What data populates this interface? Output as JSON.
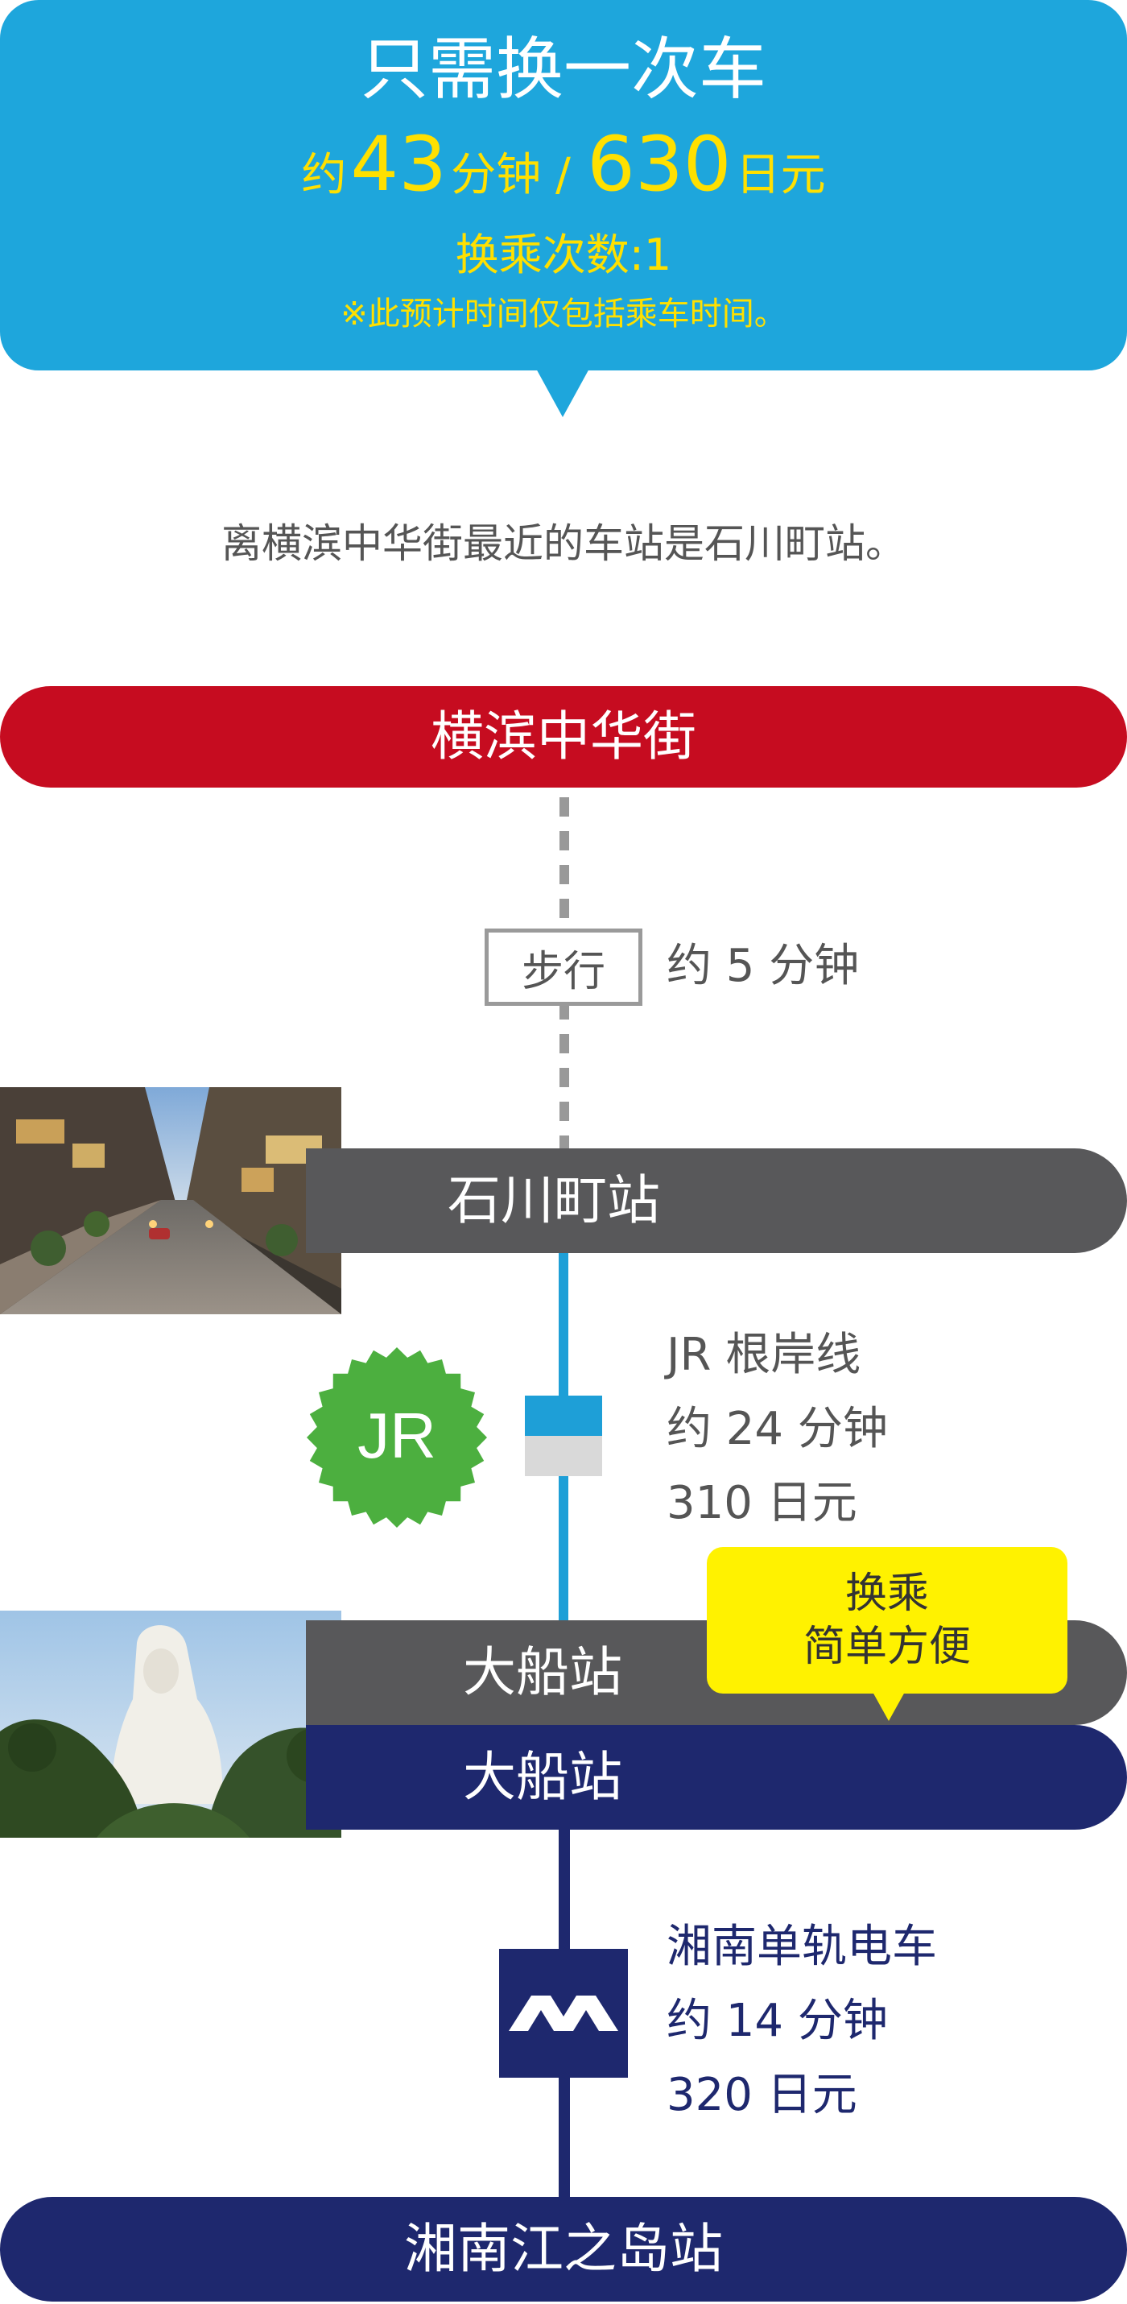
{
  "summary": {
    "title": "只需换一次车",
    "approx": "约",
    "minutes": "43",
    "minutes_unit": "分钟 /",
    "fare": "630",
    "fare_unit": "日元",
    "transfers": "换乘次数:1",
    "note": "※此预计时间仅包括乘车时间。"
  },
  "nearest_note": "离横滨中华街最近的车站是石川町站。",
  "origin": "横滨中华街",
  "walk": {
    "label": "步行",
    "time": "约 5 分钟"
  },
  "stations": {
    "ishikawacho": "石川町站",
    "ofuna_jr": "大船站",
    "ofuna_shonan": "大船站",
    "destination": "湘南江之岛站"
  },
  "jr": {
    "badge": "JR",
    "line": "JR 根岸线",
    "time": "约 24 分钟",
    "fare": "310 日元"
  },
  "transfer_callout": {
    "line1": "换乘",
    "line2": "简单方便"
  },
  "shonan": {
    "line": "湘南单轨电车",
    "time": "约 14 分钟",
    "fare": "320 日元"
  },
  "colors": {
    "summary_bg": "#1ea6dc",
    "highlight_yellow": "#ffe000",
    "origin_red": "#c60c20",
    "station_gray": "#58585a",
    "jr_green": "#4caf3f",
    "jr_blue": "#1e9fd7",
    "shonan_navy": "#1e286e",
    "callout_yellow": "#fff200"
  },
  "icons": [
    "jr-logo-icon",
    "train-car-icon",
    "shonan-monorail-logo-icon"
  ]
}
